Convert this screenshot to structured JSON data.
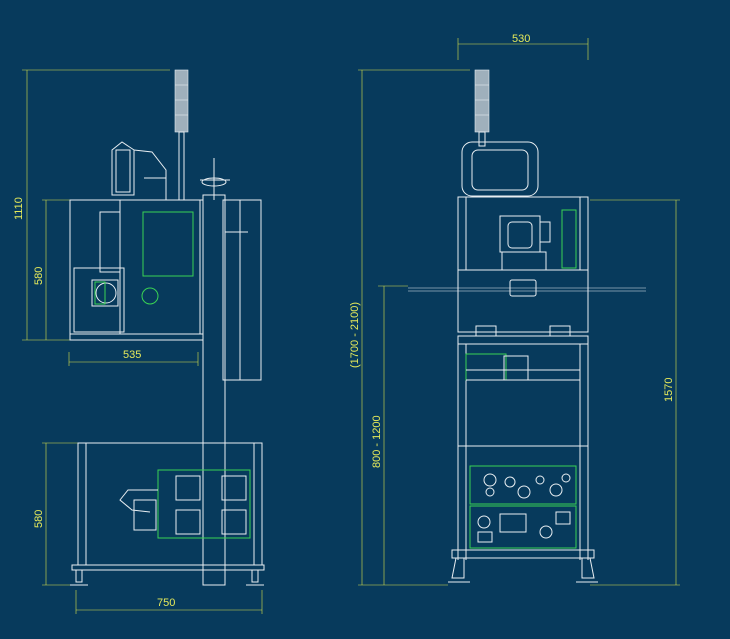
{
  "colors": {
    "background": "#073a5c",
    "outline": "#e8eef2",
    "accent": "#39d353",
    "dimension": "#d9e34a"
  },
  "side_view": {
    "dimensions": {
      "total_top_height": "1110",
      "top_module_height": "580",
      "top_module_depth": "535",
      "bottom_module_height": "580",
      "bottom_module_depth": "750"
    }
  },
  "front_view": {
    "dimensions": {
      "width": "530",
      "adjustable_height": "(1700 - 2100)",
      "table_height": "800 - 1200",
      "cabinet_height": "1570"
    }
  }
}
